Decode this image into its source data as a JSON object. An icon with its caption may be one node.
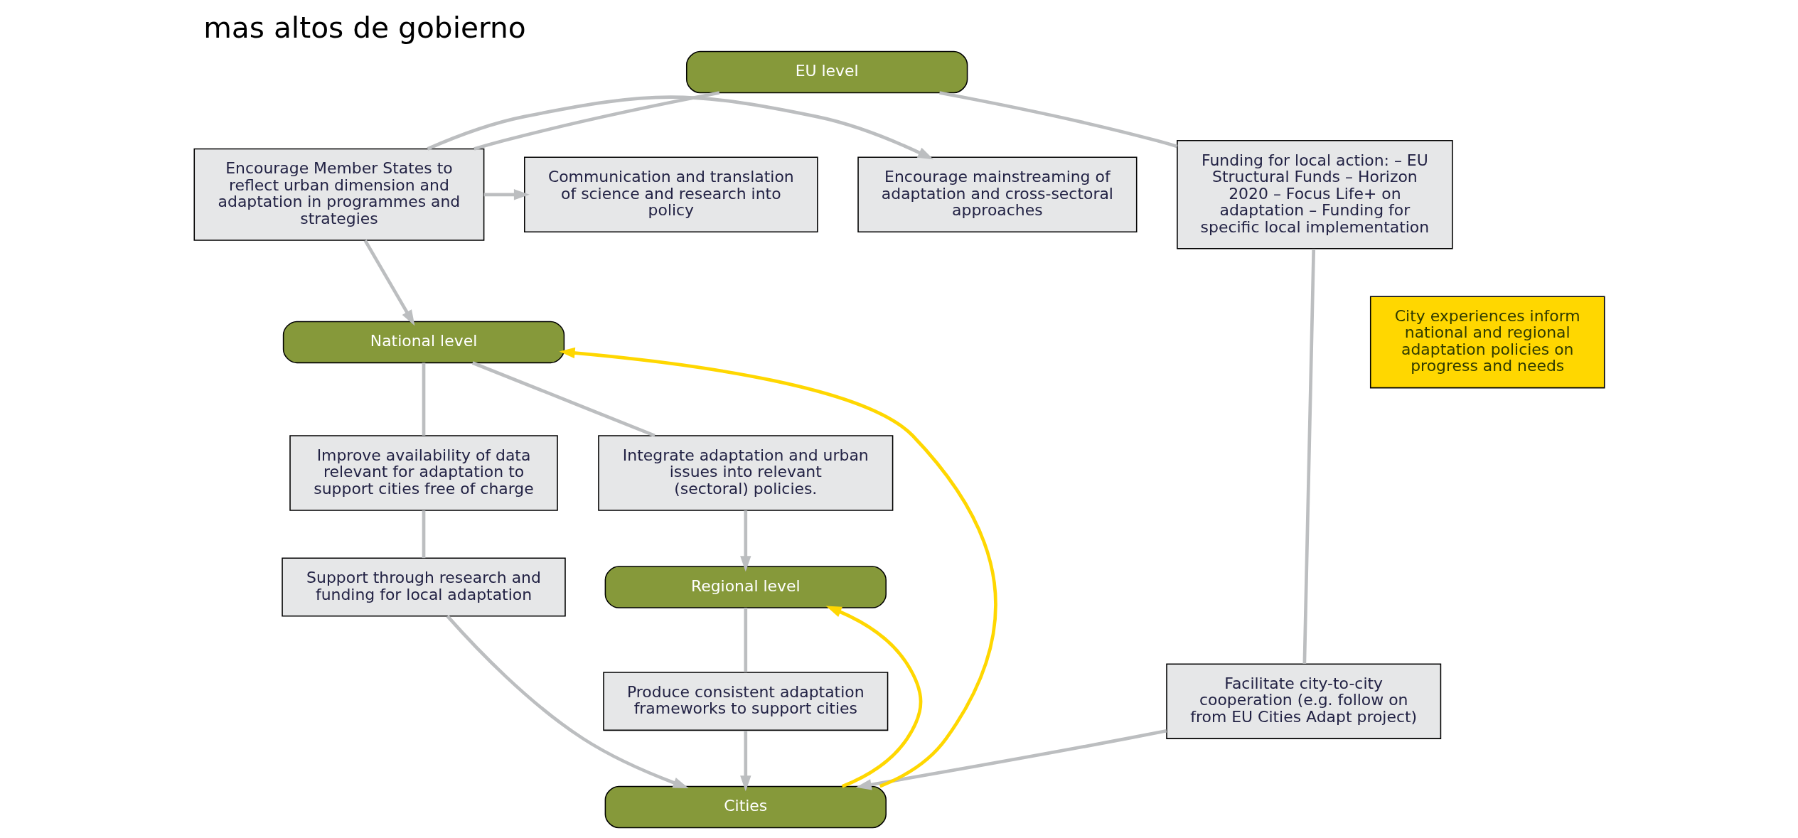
{
  "diagram": {
    "title": "mas altos de gobierno",
    "nodes": [
      {
        "text": [
          "EU level"
        ]
      },
      {
        "text": [
          "Encourage Member States to reflect urban dimension and adaptation in programmes and strategies"
        ]
      },
      {
        "text": [
          "Encourage mainstreaming of adaptation and cross-sectoral approaches"
        ]
      },
      {
        "text": [
          "Communication and translation of science and research into policy"
        ]
      },
      {
        "text": [
          "National level"
        ]
      },
      {
        "text": [
          "Funding for local action: – EU Structural Funds – Horizon 2020 – Focus Life+ on adaptation – Funding for specific local implementation"
        ]
      },
      {
        "text": [
          "Improve availability of data relevant for adaptation to support cities free of charge"
        ]
      },
      {
        "text": [
          "Integrate adaptation and urban issues into relevant (sectoral) policies."
        ]
      },
      {
        "text": [
          "City experiences inform national and regional adaptation policies on progress and needs"
        ]
      },
      {
        "text": [
          "Regional level"
        ]
      },
      {
        "text": [
          "Facilitate city-to-city cooperation (e.g. follow on from EU Cities Adapt project)"
        ]
      },
      {
        "text": [
          "Support through research and funding for local adaptation"
        ]
      },
      {
        "text": [
          "Produce consistent adaptation frameworks to support cities"
        ]
      },
      {
        "text": [
          "Cities"
        ]
      }
    ],
    "edges": [
      {
        "from": 0,
        "to": 1,
        "arrow": "none"
      },
      {
        "from": 1,
        "to": 4,
        "arrow": "to"
      },
      {
        "from": 1,
        "to": 2,
        "arrow": "to"
      },
      {
        "from": 1,
        "to": 3,
        "arrow": "to"
      },
      {
        "from": 4,
        "to": 7,
        "arrow": "none"
      },
      {
        "from": 7,
        "to": 9,
        "arrow": "to"
      },
      {
        "from": 9,
        "to": 12,
        "arrow": "none"
      },
      {
        "from": 12,
        "to": 13,
        "arrow": "to"
      },
      {
        "from": 0,
        "to": 5,
        "arrow": "none"
      },
      {
        "from": 5,
        "to": 10,
        "arrow": "none"
      },
      {
        "from": 10,
        "to": 13,
        "arrow": "to"
      },
      {
        "from": 4,
        "to": 6,
        "arrow": "none"
      },
      {
        "from": 6,
        "to": 11,
        "arrow": "none"
      },
      {
        "from": 11,
        "to": 13,
        "arrow": "to"
      },
      {
        "from": 13,
        "to": 4,
        "arrow": "to",
        "color": "#ffd700"
      },
      {
        "from": 13,
        "to": 9,
        "arrow": "to",
        "color": "#ffd700"
      }
    ]
  }
}
